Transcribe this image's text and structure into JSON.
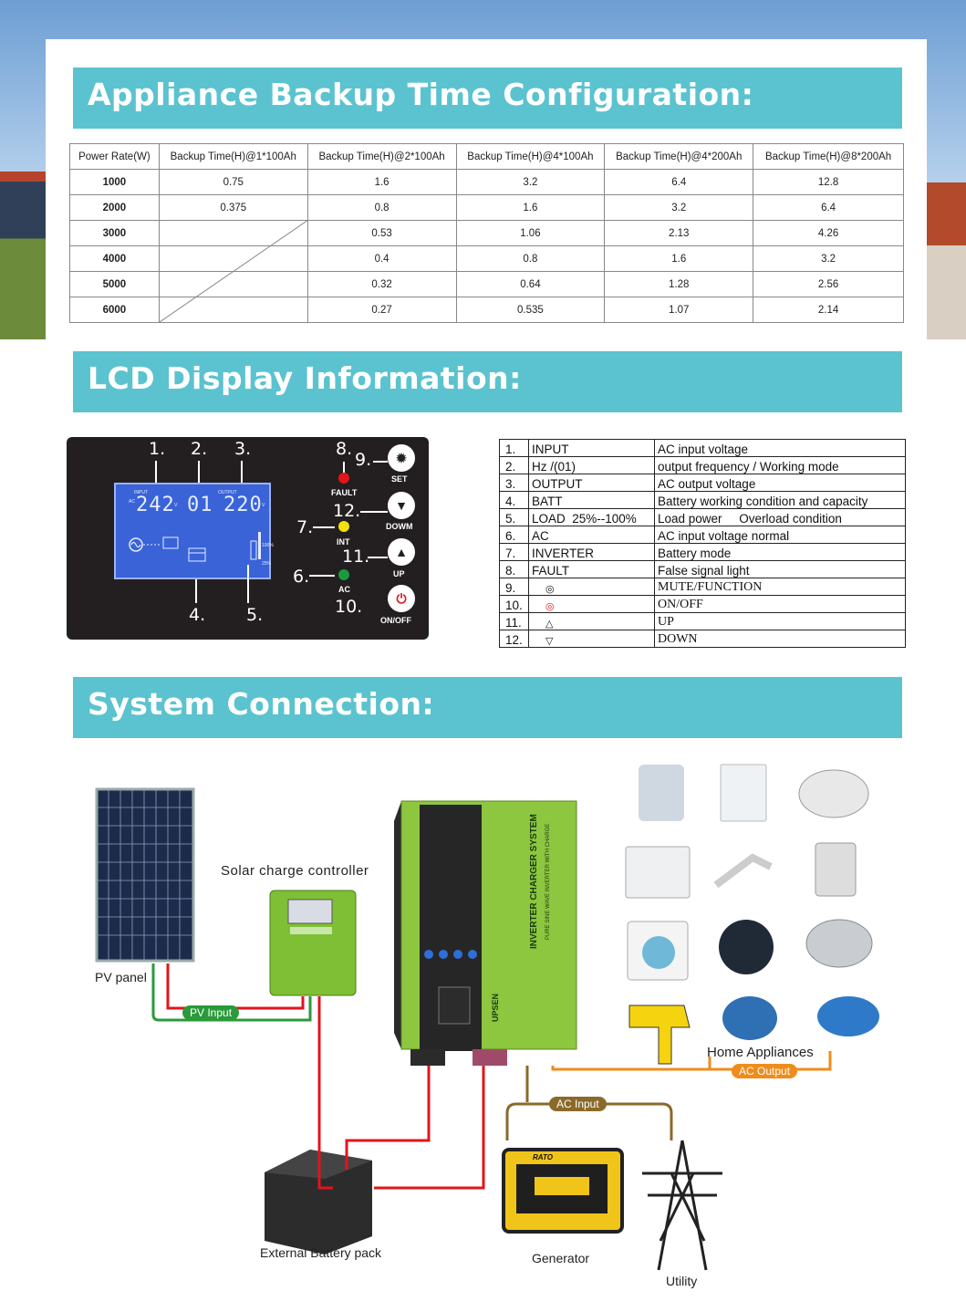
{
  "section_titles": {
    "backup": "Appliance Backup Time Configuration:",
    "lcd": "LCD Display Information:",
    "system": "System Connection:"
  },
  "backup_table": {
    "headers": [
      "Power Rate(W)",
      "Backup Time(H)@1*100Ah",
      "Backup Time(H)@2*100Ah",
      "Backup Time(H)@4*100Ah",
      "Backup Time(H)@4*200Ah",
      "Backup Time(H)@8*200Ah"
    ],
    "rows": [
      [
        "1000",
        "0.75",
        "1.6",
        "3.2",
        "6.4",
        "12.8"
      ],
      [
        "2000",
        "0.375",
        "0.8",
        "1.6",
        "3.2",
        "6.4"
      ],
      [
        "3000",
        "",
        "0.53",
        "1.06",
        "2.13",
        "4.26"
      ],
      [
        "4000",
        "",
        "0.4",
        "0.8",
        "1.6",
        "3.2"
      ],
      [
        "5000",
        "",
        "0.32",
        "0.64",
        "1.28",
        "2.56"
      ],
      [
        "6000",
        "",
        "0.27",
        "0.535",
        "1.07",
        "2.14"
      ]
    ]
  },
  "lcd_panel": {
    "callouts": [
      "1.",
      "2.",
      "3.",
      "4.",
      "5.",
      "6.",
      "7.",
      "8.",
      "9.",
      "10.",
      "11.",
      "12."
    ],
    "screen": {
      "input_label": "INPUT",
      "output_label": "OUTPUT",
      "ac_label": "AC",
      "input_value": "242",
      "mode_value": "01",
      "output_value": "220",
      "unit_v": "V",
      "level_100": "100%",
      "level_25": "25%"
    },
    "indicators": {
      "fault": "FAULT",
      "int": "INT",
      "ac": "AC"
    },
    "buttons": {
      "set": "SET",
      "down": "DOWM",
      "up": "UP",
      "onoff": "ON/OFF"
    },
    "colors": {
      "fault": "#e3141b",
      "int": "#f2e10f",
      "ac": "#1a9a3c",
      "power": "#e3141b"
    }
  },
  "lcd_table": [
    {
      "n": "1.",
      "key": "INPUT",
      "desc": "AC input voltage"
    },
    {
      "n": "2.",
      "key": "Hz /(01)",
      "desc": "output frequency / Working mode"
    },
    {
      "n": "3.",
      "key": "OUTPUT",
      "desc": "AC output voltage"
    },
    {
      "n": "4.",
      "key": "BATT",
      "desc": "Battery working condition and capacity"
    },
    {
      "n": "5.",
      "key": "LOAD  25%--100%",
      "desc": "Load power     Overload condition"
    },
    {
      "n": "6.",
      "key": "AC",
      "desc": "AC input voltage normal"
    },
    {
      "n": "7.",
      "key": "INVERTER",
      "desc": "Battery mode"
    },
    {
      "n": "8.",
      "key": "FAULT",
      "desc": "False signal light"
    },
    {
      "n": "9.",
      "key": "",
      "desc": "MUTE/FUNCTION",
      "icon": "gear-icon"
    },
    {
      "n": "10.",
      "key": "",
      "desc": "ON/OFF",
      "icon": "power-icon"
    },
    {
      "n": "11.",
      "key": "",
      "desc": "UP",
      "icon": "up-arrow-icon"
    },
    {
      "n": "12.",
      "key": "",
      "desc": "DOWN",
      "icon": "down-arrow-icon"
    }
  ],
  "system": {
    "pv_panel": "PV panel",
    "controller": "Solar charge controller",
    "pv_input": "PV Input",
    "battery": "External Battery pack",
    "generator": "Generator",
    "utility": "Utility",
    "ac_input": "AC Input",
    "ac_output": "AC Output",
    "home": "Home Appliances",
    "inverter_text": "INVERTER CHARGER SYSTEM",
    "inverter_sub": "PURE SINE WAVE INVERTER WITH CHARGE",
    "brand": "UPSEN",
    "generator_brand": "RATO",
    "colors": {
      "red_wire": "#e3141b",
      "green_wire": "#2a9a3a",
      "orange_wire": "#f08c1c",
      "inverter": "#8dc63f"
    }
  }
}
